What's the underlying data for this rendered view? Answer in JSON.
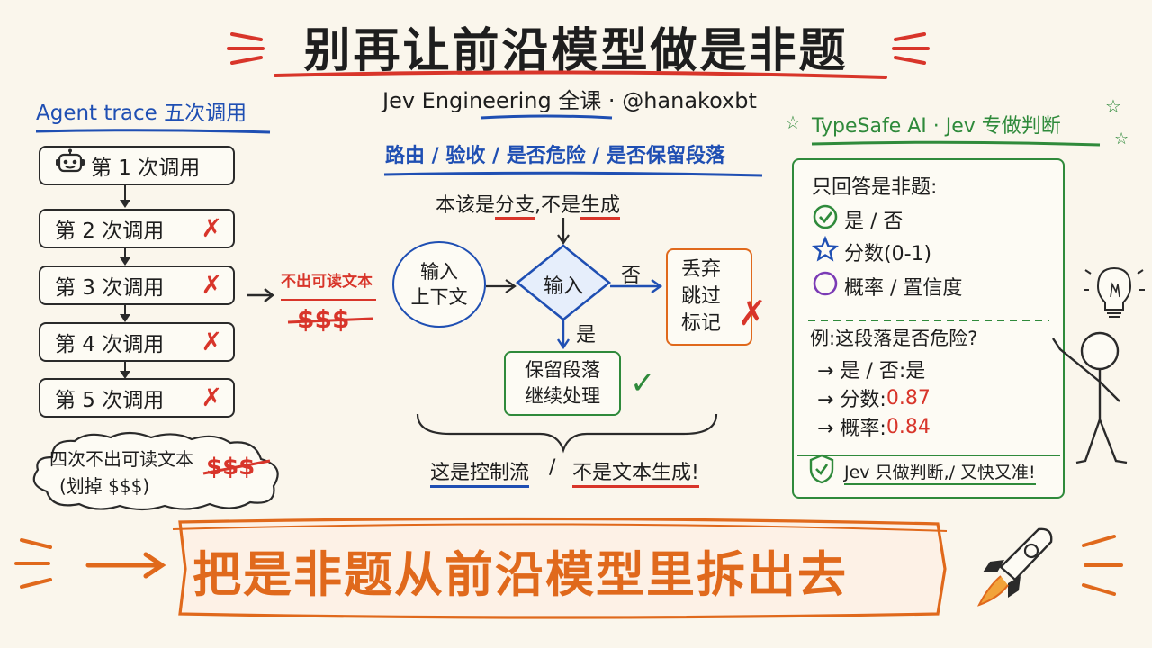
{
  "title": "别再让前沿模型做是非题",
  "subtitle": "Jev Engineering 全课 · @hanakoxbt",
  "left": {
    "heading": "Agent trace 五次调用",
    "calls": [
      "第 1 次调用",
      "第 2 次调用",
      "第 3 次调用",
      "第 4 次调用",
      "第 5 次调用"
    ],
    "note_line1": "四次不出可读文本",
    "note_line2": "(划掉 $$$)",
    "note_dollars": "$$$",
    "mid_label": "不出可读文本",
    "mid_dollars": "$$$"
  },
  "center": {
    "heading": "路由 / 验收 / 是否危险 / 是否保留段落",
    "tagline_a": "本该是",
    "tagline_b": "分支",
    "tagline_c": ",不是",
    "tagline_d": "生成",
    "input_line1": "输入",
    "input_line2": "上下文",
    "decision": "输入",
    "no_label": "否",
    "yes_label": "是",
    "discard_line1": "丢弃",
    "discard_line2": "跳过",
    "discard_line3": "标记",
    "keep_line1": "保留段落",
    "keep_line2": "继续处理",
    "footer_a": "这是控制流",
    "footer_sep": "/",
    "footer_b": "不是文本生成!"
  },
  "right": {
    "heading": "TypeSafe AI · Jev 专做判断",
    "answer_label": "只回答是非题:",
    "opt_yesno": "是 / 否",
    "opt_score": "分数(0-1)",
    "opt_prob": "概率 / 置信度",
    "example_q": "例:这段落是否危险?",
    "ex1_label": "→ 是 / 否: ",
    "ex1_value": "是",
    "ex2_label": "→ 分数: ",
    "ex2_value": "0.87",
    "ex3_label": "→ 概率: ",
    "ex3_value": "0.84",
    "footer": "Jev 只做判断,/ 又快又准!"
  },
  "banner": "把是非题从前沿模型里拆出去"
}
